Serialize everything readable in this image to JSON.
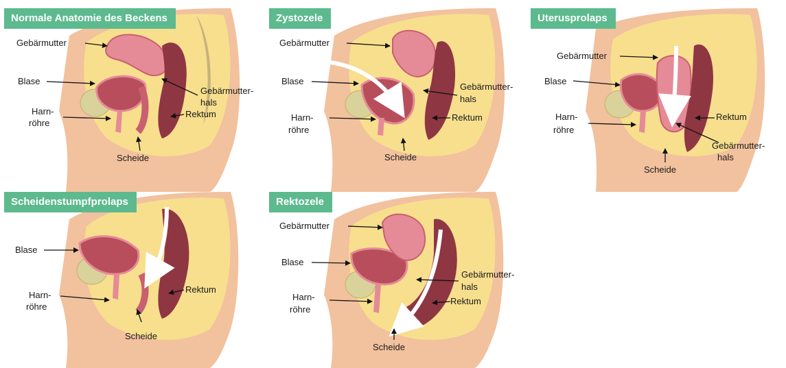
{
  "accent_color": "#5cba8e",
  "panels": [
    {
      "title": "Normale Anatomie des Beckens",
      "labels": {
        "uterus": "Gebärmutter",
        "bladder": "Blase",
        "urethra_1": "Harn-",
        "urethra_2": "röhre",
        "cervix_1": "Gebärmutter-",
        "cervix_2": "hals",
        "rectum": "Rektum",
        "vagina": "Scheide"
      }
    },
    {
      "title": "Zystozele",
      "labels": {
        "uterus": "Gebärmutter",
        "bladder": "Blase",
        "urethra_1": "Harn-",
        "urethra_2": "röhre",
        "cervix_1": "Gebärmutter-",
        "cervix_2": "hals",
        "rectum": "Rektum",
        "vagina": "Scheide"
      }
    },
    {
      "title": "Uterusprolaps",
      "labels": {
        "uterus": "Gebärmutter",
        "bladder": "Blase",
        "urethra_1": "Harn-",
        "urethra_2": "röhre",
        "cervix_1": "Gebärmutter-",
        "cervix_2": "hals",
        "rectum": "Rektum",
        "vagina": "Scheide"
      }
    },
    {
      "title": "Scheidenstumpfprolaps",
      "labels": {
        "bladder": "Blase",
        "urethra_1": "Harn-",
        "urethra_2": "röhre",
        "rectum": "Rektum",
        "vagina": "Scheide"
      }
    },
    {
      "title": "Rektozele",
      "labels": {
        "uterus": "Gebärmutter",
        "bladder": "Blase",
        "urethra_1": "Harn-",
        "urethra_2": "röhre",
        "cervix_1": "Gebärmutter-",
        "cervix_2": "hals",
        "rectum": "Rektum",
        "vagina": "Scheide"
      }
    }
  ]
}
